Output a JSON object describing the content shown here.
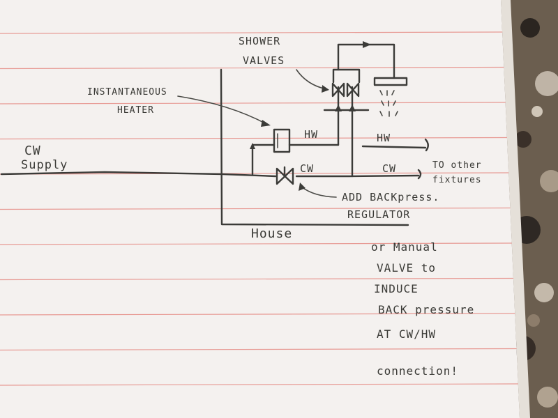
{
  "labels": {
    "cw_supply_line1": "CW",
    "cw_supply_line2": "Supply",
    "instantaneous_line1": "INSTANTANEOUS",
    "instantaneous_line2": "HEATER",
    "shower_line1": "SHOWER",
    "shower_line2": "VALVES",
    "hw_left": "HW",
    "hw_right": "HW",
    "cw_mid": "CW",
    "cw_right": "CW",
    "other_line1": "TO other",
    "other_line2": "fixtures",
    "add_line1": "ADD BACKpress.",
    "add_line2": "REGULATOR",
    "house": "House",
    "note_line1": "or Manual",
    "note_line2": "VALVE to",
    "note_line3": "INDUCE",
    "note_line4": "BACK pressure",
    "note_line5": "AT CW/HW",
    "note_line6": "connection!"
  },
  "colors": {
    "paper": "#f4f1ef",
    "rule_line": "#e79a94",
    "ink": "#3b3b38",
    "countertop": "#6b5e4f"
  }
}
